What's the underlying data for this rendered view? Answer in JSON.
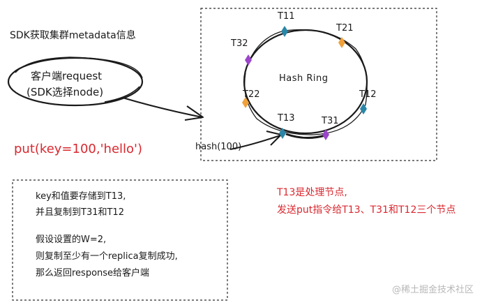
{
  "sdk_title": "SDK获取集群metadata信息",
  "client": {
    "line1": "客户端request",
    "line2": "(SDK选择node)"
  },
  "put_call": "put(key=100,'hello')",
  "ring": {
    "label": "Hash Ring",
    "nodes": [
      {
        "label": "T11",
        "color": "#2a86a6"
      },
      {
        "label": "T21",
        "color": "#f0a23a"
      },
      {
        "label": "T32",
        "color": "#9b46c9"
      },
      {
        "label": "T22",
        "color": "#f0a23a"
      },
      {
        "label": "T12",
        "color": "#2a86a6"
      },
      {
        "label": "T13",
        "color": "#2a86a6"
      },
      {
        "label": "T31",
        "color": "#9b46c9"
      }
    ]
  },
  "hash_label": "hash(100)",
  "note": {
    "lines": [
      "key和值要存储到T13,",
      "并且复制到T31和T12",
      "假设设置的W=2,",
      "则复制至少有一个replica复制成功,",
      "那么返回response给客户端"
    ]
  },
  "red_note": {
    "line1": "T13是处理节点,",
    "line2": "发送put指令给T13、T31和T12三个节点"
  },
  "watermark": "@稀土掘金技术社区",
  "colors": {
    "ink": "#1a1a1a",
    "accent_red": "#d9282f",
    "node_teal": "#2a86a6",
    "node_orange": "#f0a23a",
    "node_purple": "#9b46c9"
  }
}
